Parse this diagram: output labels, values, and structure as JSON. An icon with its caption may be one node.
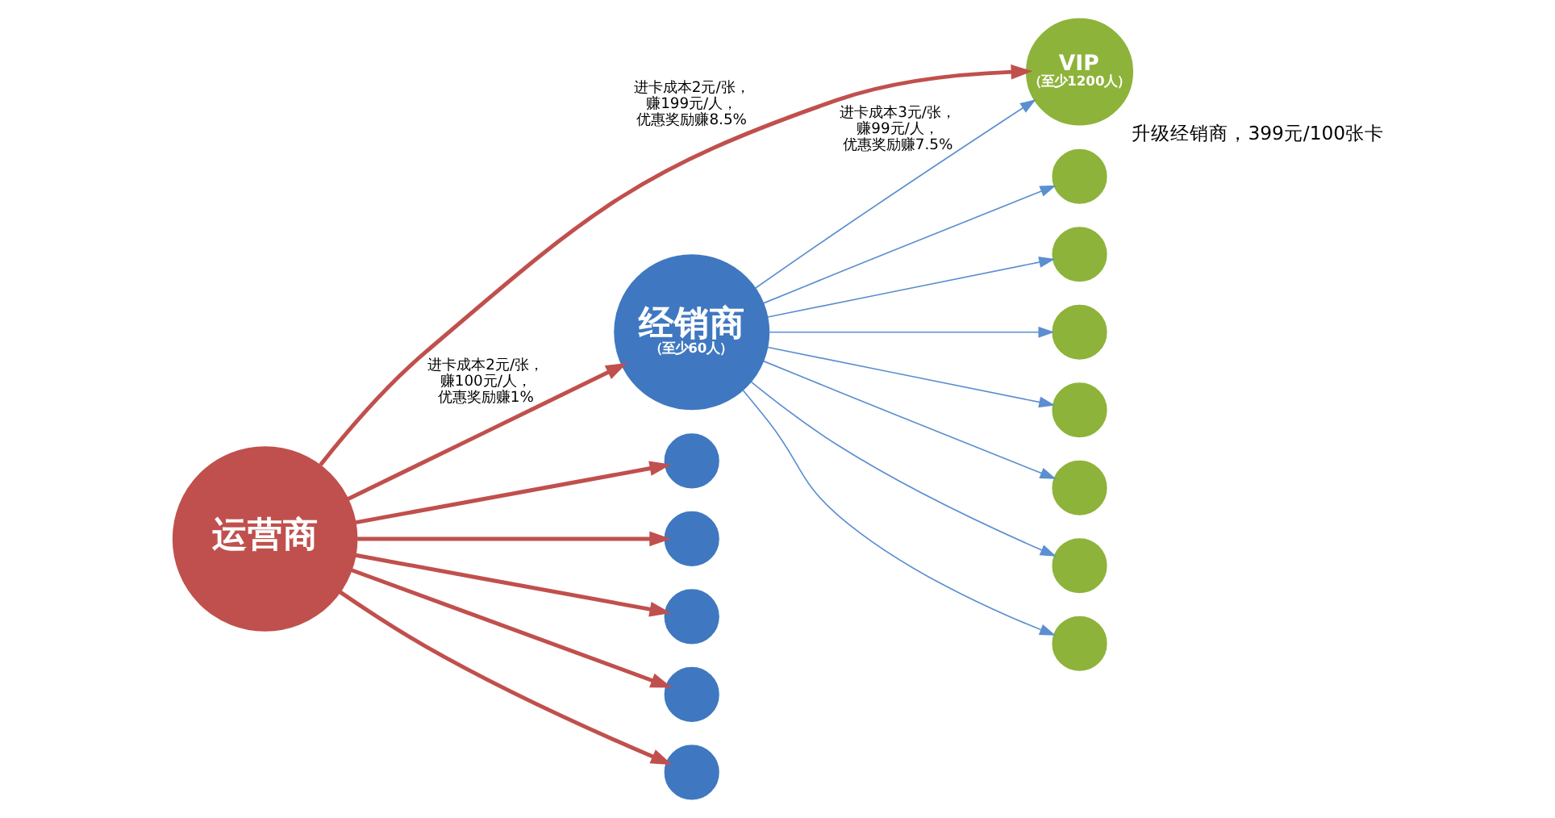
{
  "diagram": {
    "nodes": [
      {
        "text": [
          "运营商"
        ]
      },
      {
        "text": [
          "经销商",
          "（至少60人）"
        ]
      },
      {
        "text": [
          "VIP",
          "（至少1200人）"
        ],
        "beside": [
          "升级经销商，399元/100张卡"
        ]
      },
      {
        "text": [],
        "shape": "circle"
      },
      {
        "text": [],
        "shape": "circle"
      },
      {
        "text": [],
        "shape": "circle"
      },
      {
        "text": [],
        "shape": "circle"
      },
      {
        "text": [],
        "shape": "circle"
      },
      {
        "text": [],
        "shape": "circle"
      },
      {
        "text": [],
        "shape": "circle"
      },
      {
        "text": [],
        "shape": "circle"
      },
      {
        "text": [],
        "shape": "circle"
      },
      {
        "text": [],
        "shape": "circle"
      },
      {
        "text": [],
        "shape": "circle"
      },
      {
        "text": [],
        "shape": "circle"
      }
    ],
    "edges": [
      {
        "from": 0,
        "to": 2,
        "arrow": "to",
        "label": "进卡成本2元/张，赚199元/人，优惠奖励赚8.5%",
        "style": "thick",
        "color": "#c0504d"
      },
      {
        "from": 0,
        "to": 1,
        "arrow": "to",
        "label": "进卡成本2元/张，赚100元/人，优惠奖励赚1%",
        "style": "thick",
        "color": "#c0504d"
      },
      {
        "from": 1,
        "to": 2,
        "arrow": "to",
        "label": "进卡成本3元/张，赚99元/人，优惠奖励赚7.5%"
      },
      {
        "from": 0,
        "to": 3,
        "arrow": "to",
        "style": "thick",
        "color": "#c0504d"
      },
      {
        "from": 0,
        "to": 4,
        "arrow": "to",
        "style": "thick",
        "color": "#c0504d"
      },
      {
        "from": 0,
        "to": 5,
        "arrow": "to",
        "style": "thick",
        "color": "#c0504d"
      },
      {
        "from": 0,
        "to": 6,
        "arrow": "to",
        "style": "thick",
        "color": "#c0504d"
      },
      {
        "from": 0,
        "to": 7,
        "arrow": "to",
        "style": "thick",
        "color": "#c0504d"
      },
      {
        "from": 1,
        "to": 8,
        "arrow": "to"
      },
      {
        "from": 1,
        "to": 9,
        "arrow": "to"
      },
      {
        "from": 1,
        "to": 10,
        "arrow": "to"
      },
      {
        "from": 1,
        "to": 11,
        "arrow": "to"
      },
      {
        "from": 1,
        "to": 12,
        "arrow": "to"
      },
      {
        "from": 1,
        "to": 13,
        "arrow": "to"
      },
      {
        "from": 1,
        "to": 14,
        "arrow": "to"
      }
    ]
  }
}
